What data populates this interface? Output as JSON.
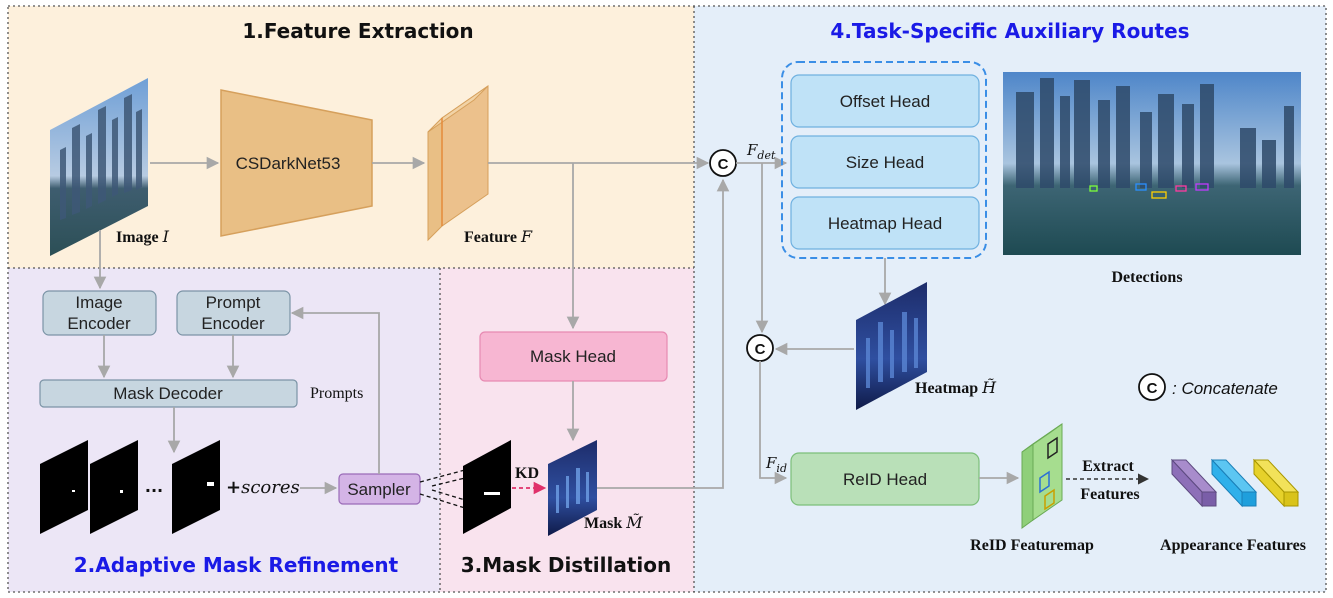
{
  "sections": {
    "feature_extraction": "1.Feature Extraction",
    "adaptive_mask_refinement": "2.Adaptive Mask Refinement",
    "mask_distillation": "3.Mask Distillation",
    "task_specific_routes": "4.Task-Specific Auxiliary Routes"
  },
  "colors": {
    "section1_bg": "#fdf0dc",
    "section2_bg": "#ece6f6",
    "section3_bg": "#f9e3ee",
    "section4_bg": "#e4eef9",
    "section_title_dark": "#111111",
    "section_title_blue": "#1a1ae6",
    "backbone_fill": "#e9bf85",
    "head_fill": "#bfe2f7",
    "mask_head_fill": "#f7b6d2",
    "reid_head_fill": "#b9e0b8",
    "sam_box_fill": "#c7d6e0",
    "sampler_fill": "#d4b4e6",
    "dashed_group": "#3a8ee6",
    "kd_arrow": "#e0306a"
  },
  "feature_extraction": {
    "image_label": "Image",
    "image_symbol": "I",
    "backbone_label": "CSDarkNet53",
    "feature_label": "Feature",
    "feature_symbol": "F"
  },
  "adaptive_mask_refinement": {
    "image_encoder_line1": "Image",
    "image_encoder_line2": "Encoder",
    "prompt_encoder_line1": "Prompt",
    "prompt_encoder_line2": "Encoder",
    "mask_decoder": "Mask Decoder",
    "prompts_label": "Prompts",
    "ellipsis": "...",
    "scores_prefix": "+",
    "scores_label": "scores",
    "sampler": "Sampler"
  },
  "mask_distillation": {
    "mask_head": "Mask Head",
    "kd_label": "KD",
    "mask_label": "Mask",
    "mask_symbol": "M̃"
  },
  "task_routes": {
    "offset_head": "Offset Head",
    "size_head": "Size Head",
    "heatmap_head": "Heatmap Head",
    "f_det_main": "F",
    "f_det_sub": "det",
    "f_id_main": "F",
    "f_id_sub": "id",
    "concat_symbol": "C",
    "concat_legend": ": Concatenate",
    "detections_label": "Detections",
    "heatmap_label": "Heatmap",
    "heatmap_symbol": "H̃",
    "reid_head": "ReID Head",
    "reid_featuremap": "ReID Featuremap",
    "extract_line1": "Extract",
    "extract_line2": "Features",
    "appearance_features": "Appearance Features"
  },
  "icons": {
    "image_thumbnail": "city-skyline-image",
    "detections_thumbnail": "city-skyline-detections-image",
    "heatmap_thumbnail": "heatmap-image",
    "mask_thumbnail": "mask-image",
    "binary_masks": "binary-mask-image"
  }
}
